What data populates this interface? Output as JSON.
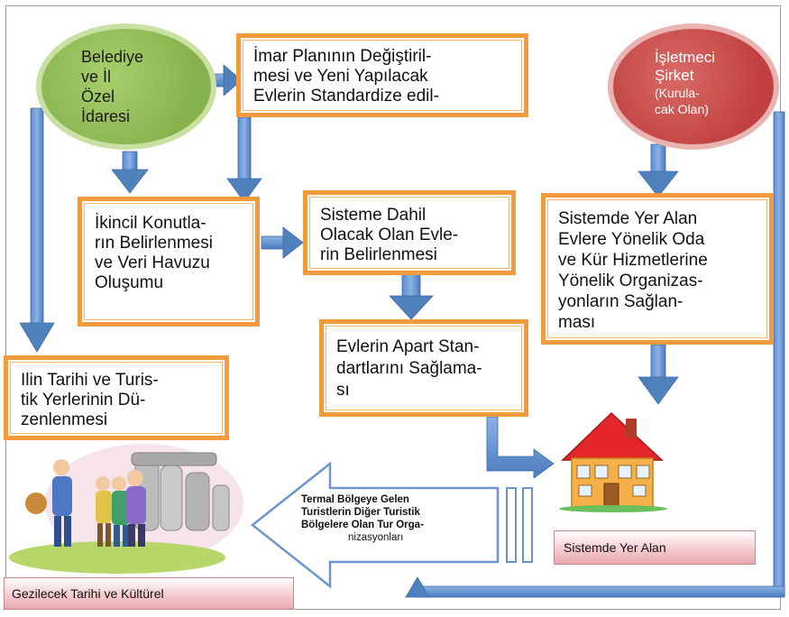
{
  "circles": {
    "left": {
      "lines": [
        "Belediye",
        "ve İl",
        "Özel",
        "İdaresi"
      ],
      "color": "#8fb75a"
    },
    "right": {
      "lines": [
        "İşletmeci",
        "Şirket",
        "(Kurula-",
        "cak Olan)"
      ],
      "color": "#c9504e"
    }
  },
  "boxes": {
    "imar": [
      "İmar Planının Değiştiril-",
      "mesi ve Yeni Yapılacak",
      "Evlerin Standardize edil-"
    ],
    "ikincil": [
      "İkincil Konutla-",
      "rın Belirlenmesi",
      "ve Veri Havuzu",
      "Oluşumu"
    ],
    "sisteme": [
      "Sisteme Dahil",
      "Olacak Olan Evle-",
      "rin Belirlenmesi"
    ],
    "sistemde": [
      "Sistemde Yer Alan",
      "Evlere Yönelik Oda",
      "ve Kür Hizmetlerine",
      "Yönelik Organizas-",
      "yonların Sağlan-",
      "ması"
    ],
    "evlerin": [
      "Evlerin Apart Stan-",
      "dartlarını Sağlama-",
      "sı"
    ],
    "ilin": [
      "Ilin Tarihi ve Turis-",
      "tik Yerlerinin Dü-",
      "zenlenmesi"
    ]
  },
  "bars": {
    "bottom_left": "Gezilecek Tarihi ve Kültürel",
    "bottom_right": "Sistemde Yer Alan"
  },
  "arrow_text": [
    "Termal Bölgeye Gelen",
    "Turistlerin Diğer Turistik",
    "Bölgelere Olan Tur Orga-",
    "nizasyonları"
  ],
  "colors": {
    "orange_border": "#f39a3c",
    "arrow_blue": "#4f81bd",
    "arrow_blue_light": "#a9c4e6",
    "pink_bar": "#f4c7cb"
  }
}
